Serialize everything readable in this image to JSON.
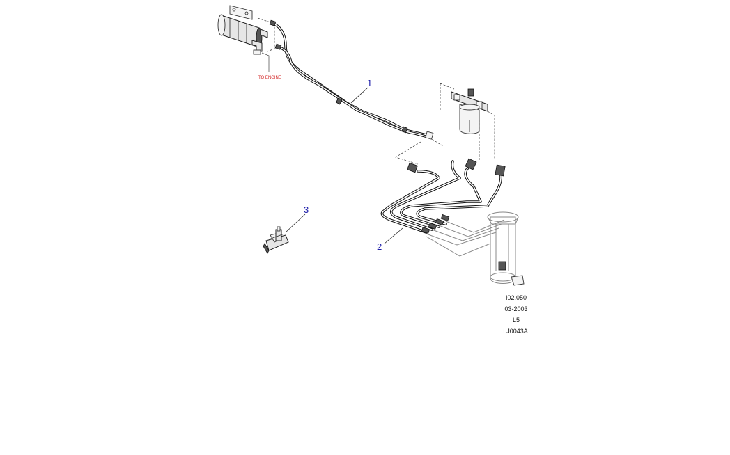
{
  "diagram": {
    "callouts": {
      "pipe_1": "1",
      "pipe_2": "2",
      "clip_3": "3"
    },
    "warning_label": "TO ENGINE",
    "reference_block": {
      "code": "I02.050",
      "date": "03-2003",
      "model": "L5",
      "part_number": "LJ0043A"
    },
    "colors": {
      "callout": "#1a1aa8",
      "warning": "#d22020",
      "line": "#111111"
    }
  }
}
